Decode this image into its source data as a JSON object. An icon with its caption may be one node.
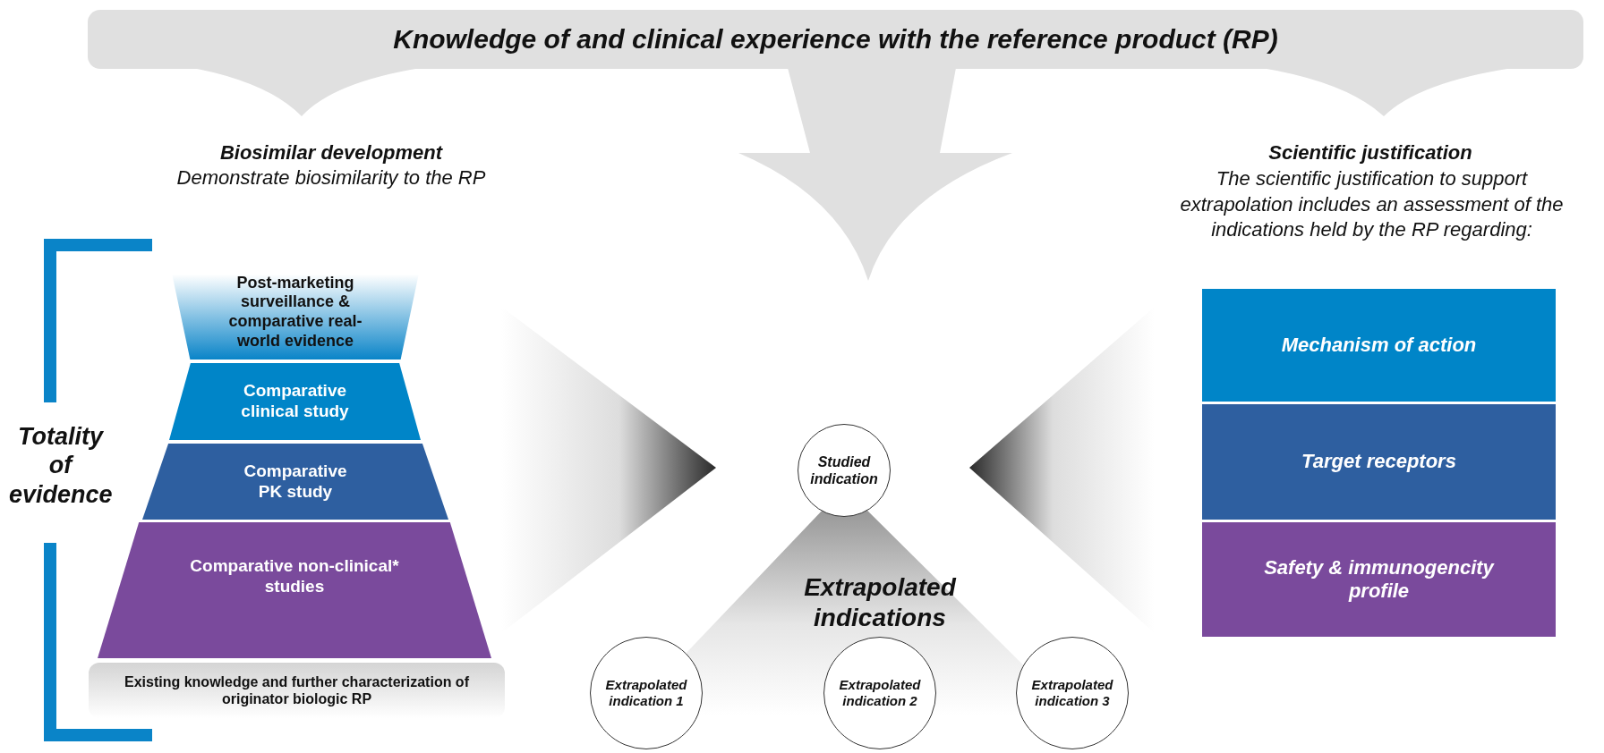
{
  "diagram": {
    "nodes": [
      {
        "text": [
          "Knowledge of and clinical experience with the reference product (RP)"
        ]
      },
      {
        "text": [
          "Post-marketing surveillance & comparative real- world evidence"
        ]
      },
      {
        "text": [
          "Comparative clinical study"
        ]
      },
      {
        "text": [
          "Comparative PK study"
        ]
      },
      {
        "text": [
          "Comparative non-clinical* studies"
        ]
      },
      {
        "text": [
          "Existing knowledge and further characterization of originator biologic RP"
        ]
      },
      {
        "text": [
          "Studied indication"
        ]
      },
      {
        "text": [
          "Extrapolated indication 1"
        ]
      },
      {
        "text": [
          "Extrapolated indication 2"
        ]
      },
      {
        "text": [
          "Extrapolated indication 3"
        ]
      },
      {
        "text": [
          "Mechanism of action"
        ]
      },
      {
        "text": [
          "Target receptors"
        ]
      },
      {
        "text": [
          "Safety & immunogencity profile"
        ]
      }
    ],
    "labels": [
      "Biosimilar development",
      "Demonstrate biosimilarity to the RP",
      "Totality of evidence",
      "Scientific justification",
      "The scientific justification to support extrapolation includes an assessment of the indications held by the RP regarding:",
      "Extrapolated indications"
    ]
  }
}
